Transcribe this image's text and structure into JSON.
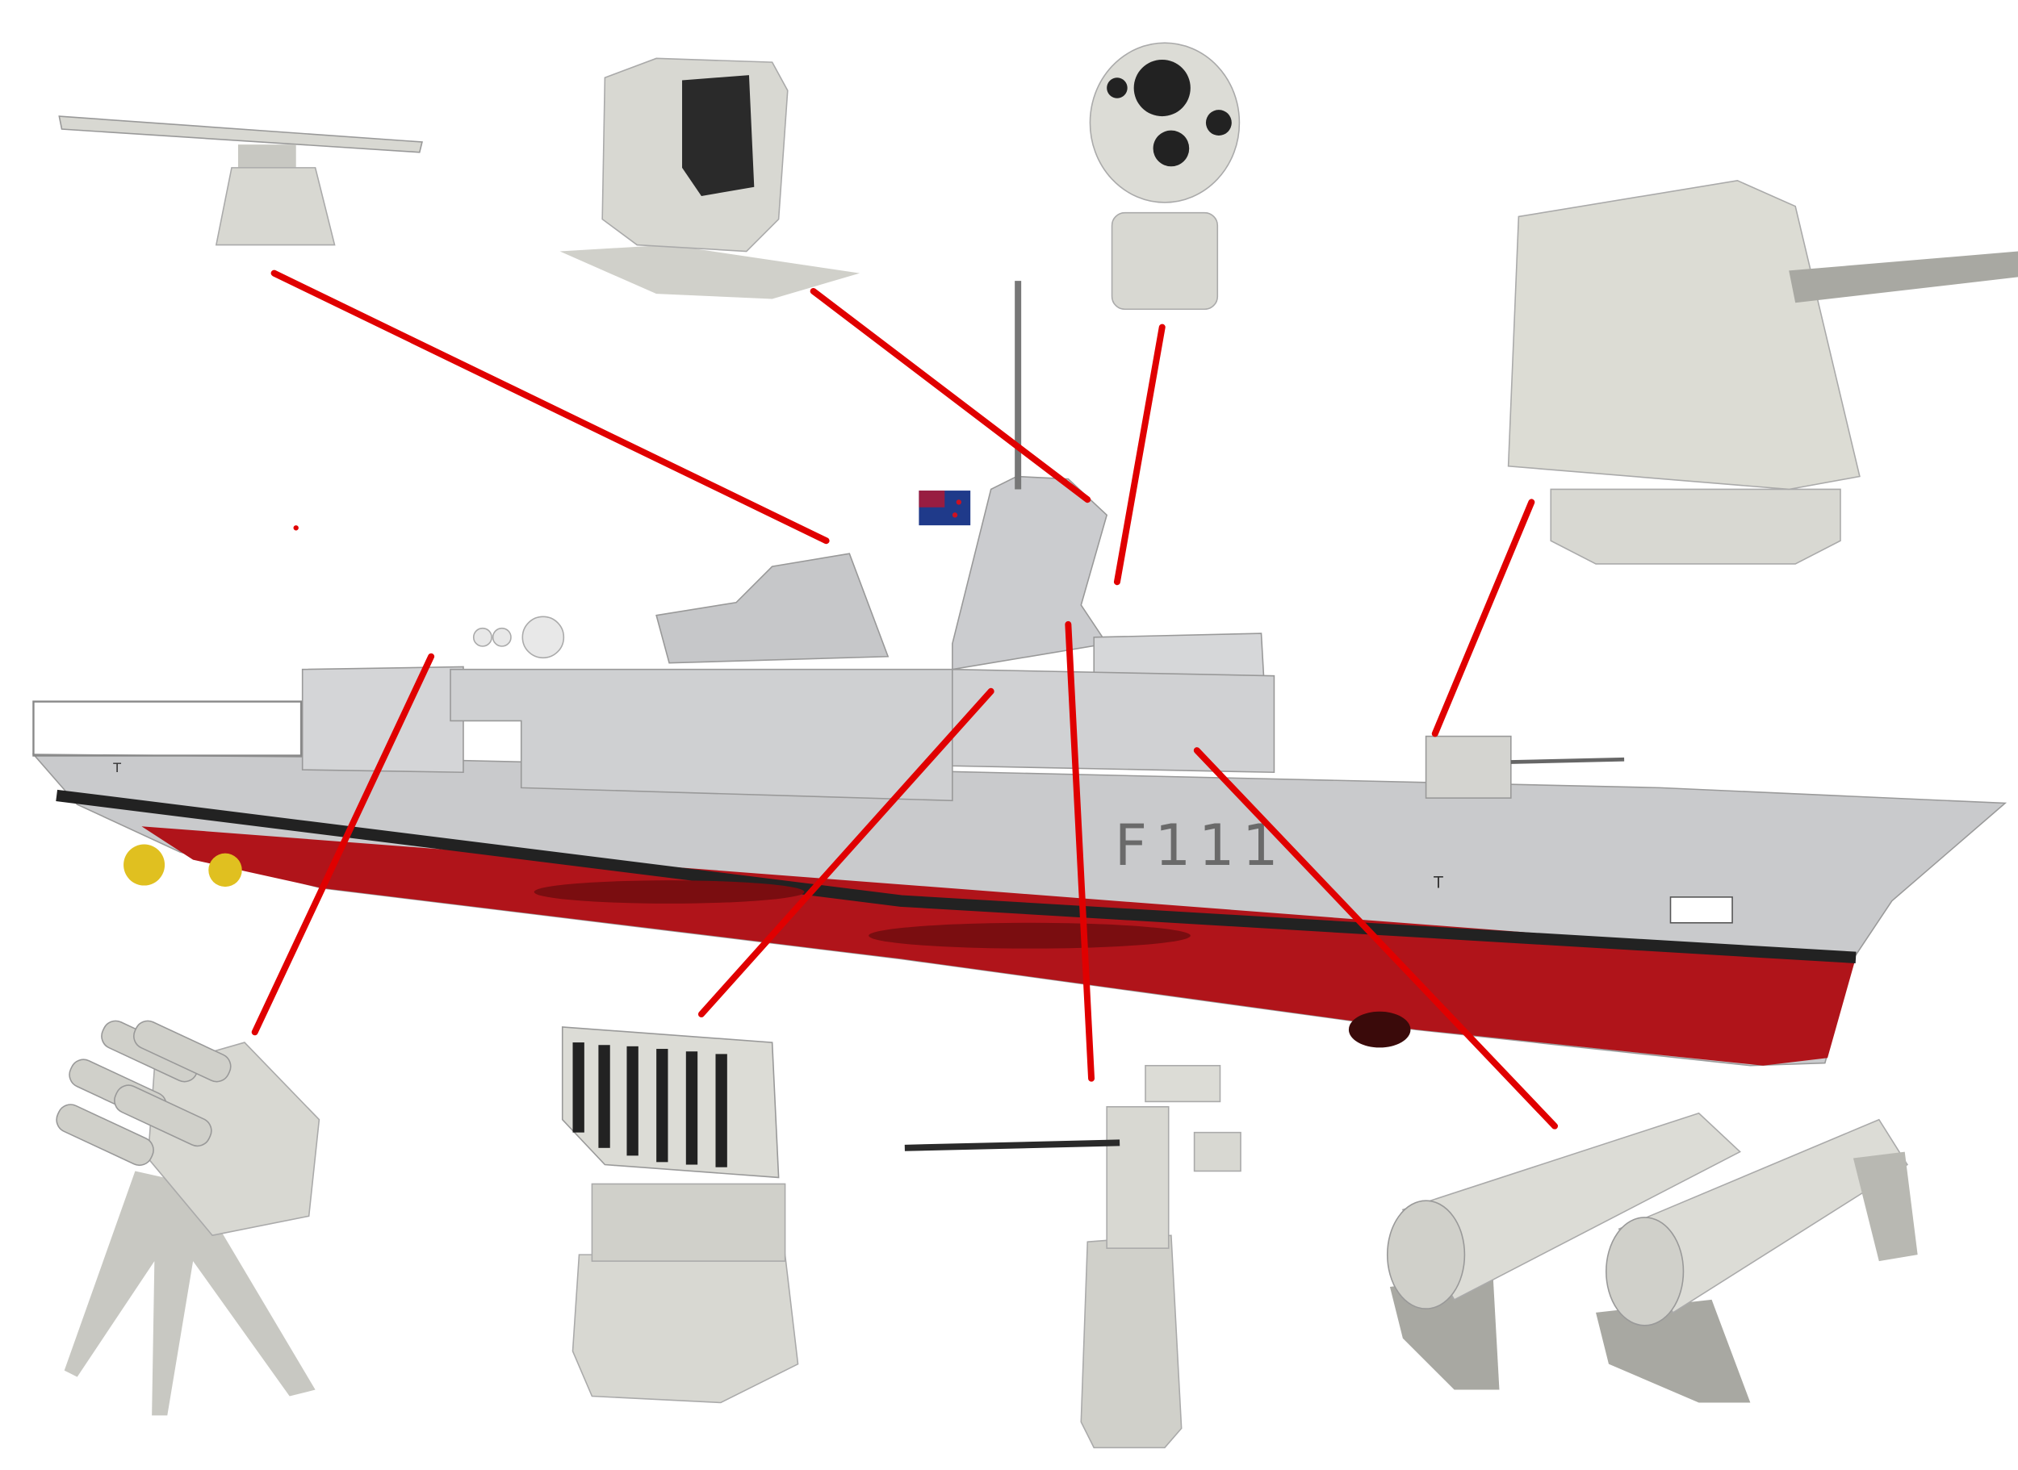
{
  "ship": {
    "hull_number": "F111",
    "hull_marking": "T",
    "colors": {
      "hull": "#c9cacc",
      "boot_top": "#222222",
      "underwater": "#b0141a",
      "propeller": "#e0c020"
    }
  },
  "flag": {
    "colors": {
      "field": "#1f3a8a",
      "stars": "#cc1122"
    }
  },
  "callouts": {
    "line_color": "#e00000",
    "items": [
      {
        "name": "navigation-radar"
      },
      {
        "name": "fire-control-director"
      },
      {
        "name": "electro-optical-sensor"
      },
      {
        "name": "main-gun"
      },
      {
        "name": "decoy-launcher"
      },
      {
        "name": "search-radar"
      },
      {
        "name": "machine-gun-mount"
      },
      {
        "name": "torpedo-tubes"
      }
    ]
  },
  "palette": {
    "equipment": "#d8d8d2",
    "equipment_shade": "#a8a8a2",
    "dark": "#2a2a2a"
  }
}
